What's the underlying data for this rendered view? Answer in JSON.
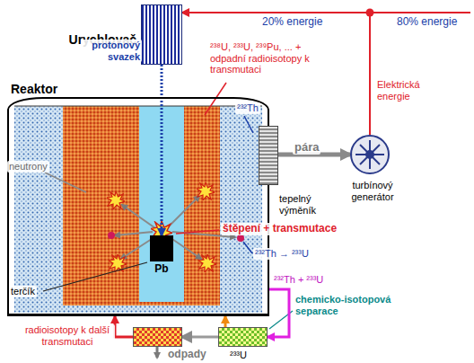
{
  "diagram": {
    "nodes": [
      {
        "text": [
          "Urychlovač"
        ]
      },
      {
        "text": [
          "Reaktor"
        ]
      },
      {
        "text": [
          "Pb"
        ],
        "in": 1
      },
      {
        "text": [
          "tepelný výměník"
        ]
      },
      {
        "text": [
          "turbínový generátor"
        ]
      },
      {
        "text": [
          "chemicko-isotopová separace"
        ]
      },
      {
        "text": [
          "odpady"
        ]
      }
    ],
    "edges": [
      {
        "from": 0,
        "to": 2,
        "arrow": "to",
        "label": "protonový svazek"
      },
      {
        "from": 3,
        "to": 4,
        "arrow": "to",
        "label": "pára"
      },
      {
        "from": 4,
        "to": 0,
        "arrow": "to",
        "label": "Elektrická energie"
      },
      {
        "from": 1,
        "to": 5,
        "arrow": "to",
        "label": "²³²Th + ²³³U"
      },
      {
        "from": 5,
        "to": 1,
        "arrow": "to",
        "label": "²³³U"
      },
      {
        "from": 5,
        "to": 6,
        "arrow": "to"
      },
      {
        "from": 6,
        "to": 1,
        "arrow": "to",
        "label": "radioisotopy k další transmutaci"
      }
    ],
    "labels": [
      "20% energie",
      "80% energie",
      "²³⁸U, ²³³U, ²³⁹Pu, ... + odpadní radioisotopy k transmutaci",
      "²³²Th",
      "neutrony",
      "štěpení + transmutace",
      "²³²Th → ²³³U",
      "terčík"
    ]
  }
}
